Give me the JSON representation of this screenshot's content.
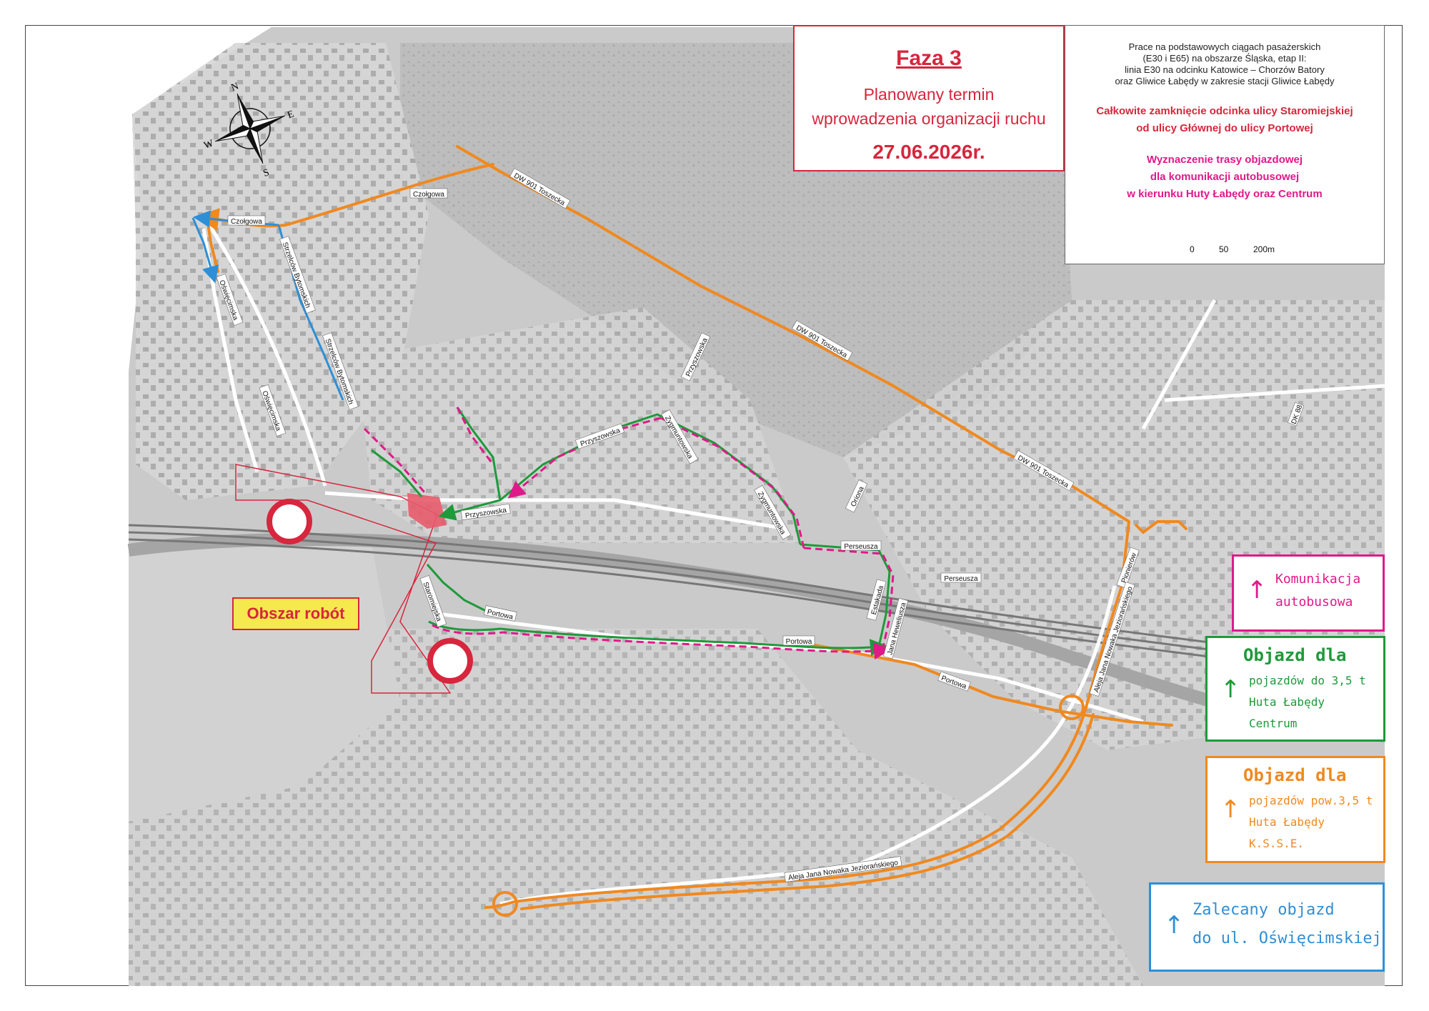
{
  "phase_box": {
    "title": "Faza 3",
    "line1": "Planowany termin",
    "line2": "wprowadzenia organizacji ruchu",
    "date": "27.06.2026r."
  },
  "info_box": {
    "project_lines": [
      "Prace na podstawowych ciągach pasażerskich",
      "(E30 i E65) na obszarze Śląska, etap II:",
      "linia E30 na odcinku Katowice – Chorzów Batory",
      "oraz Gliwice Łabędy w zakresie stacji Gliwice Łabędy"
    ],
    "closure_lines": [
      "Całkowite zamknięcie odcinka ulicy Staromiejskiej",
      "od ulicy Głównej do ulicy Portowej"
    ],
    "detour_lines": [
      "Wyznaczenie trasy objazdowej",
      "dla komunikacji autobusowej",
      "w kierunku Huty Łabędy oraz Centrum"
    ],
    "scale_labels": [
      "0",
      "50",
      "200m"
    ]
  },
  "legend": {
    "bus": [
      "Komunikacja",
      "autobusowa"
    ],
    "green": [
      "Objazd dla",
      "pojazdów do 3,5 t",
      "Huta Łabędy",
      "Centrum"
    ],
    "orange": [
      "Objazd dla",
      "pojazdów pow.3,5 t",
      "Huta Łabędy",
      "K.S.S.E."
    ],
    "blue": [
      "Zalecany objazd",
      "do ul. Oświęcimskiej"
    ]
  },
  "work_area_label": "Obszar robót",
  "compass": [
    "N",
    "E",
    "S",
    "W"
  ],
  "streets": {
    "czolgowa": "Czołgowa",
    "dw901": "DW 901 Toszecka",
    "strzelcow": "Strzelców Bytomskich",
    "oswiecimska": "Oświęcimska",
    "przyszowska": "Przyszowska",
    "zygmuntowska": "Zygmuntowska",
    "perseusza": "Perseusza",
    "portowa": "Portowa",
    "staromiejska": "Staromiejska",
    "hewelisza": "Jana Heweliusza",
    "estakada": "Estakada",
    "orion": "Oriona",
    "pionierow": "Pionierów",
    "jezioranskiego": "Aleja Jana Nowaka Jeziorańskiego",
    "dk88": "DK 88"
  },
  "colors": {
    "bus": "#e0198a",
    "green": "#1e9a3a",
    "orange": "#f0891f",
    "blue": "#2e8fd6",
    "red": "#d7263d",
    "map_base": "#c9c9c9"
  }
}
